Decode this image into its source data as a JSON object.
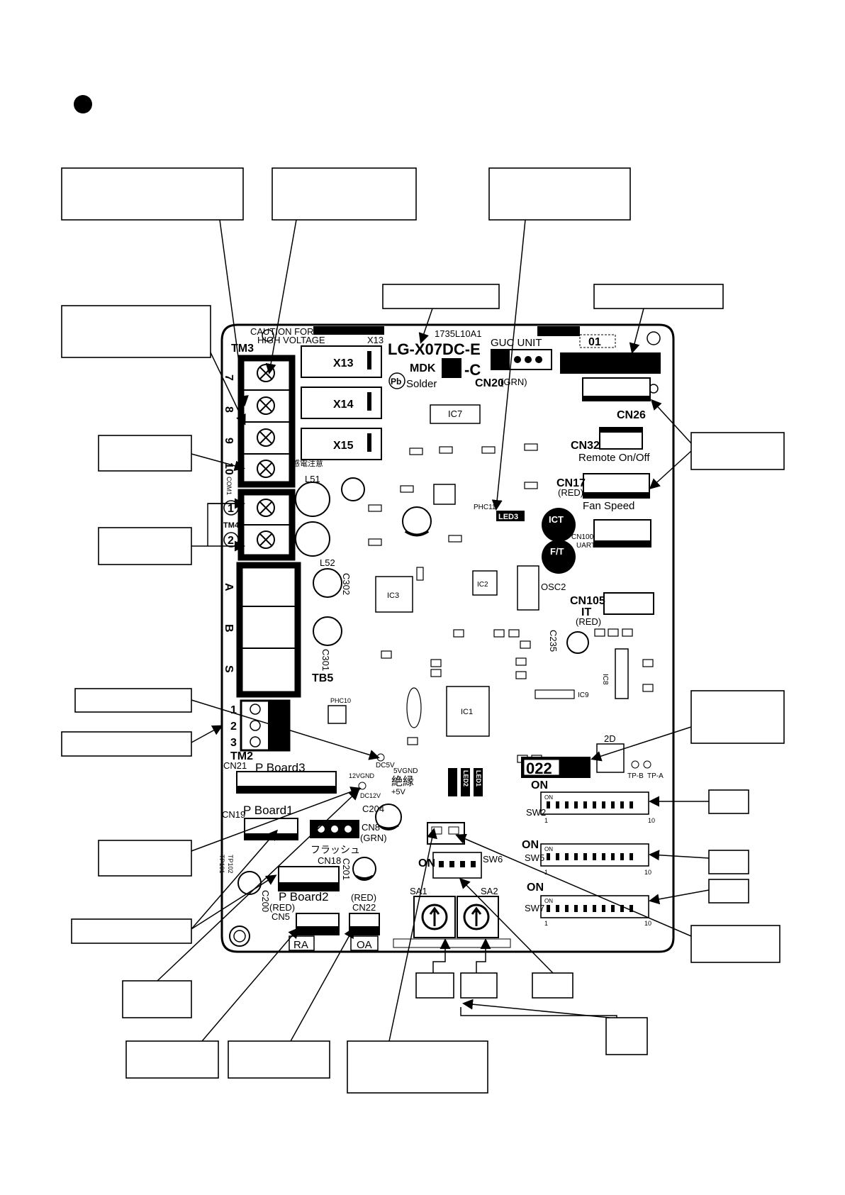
{
  "board": {
    "model": "LG-X07DC-E",
    "suffix": "-C",
    "part_number": "1735L10A1",
    "mdk": "MDK",
    "solder": "Solder",
    "pb": "Pb",
    "caution_line1": "CAUTION FOR",
    "caution_line2": "HIGH VOLTAGE",
    "guc_unit": "GUC UNIT",
    "seal": "01",
    "dip_value": "022",
    "jp_insulation": "絶縁",
    "jp_flash": "フラッシュ",
    "jp_shock": "感電注意"
  },
  "terminals": {
    "tm3": "TM3",
    "tm4": "TM4",
    "tm2": "TM2",
    "tb5": "TB5",
    "tm3_pins": [
      "7",
      "8",
      "9",
      "10"
    ],
    "com1": "COM1",
    "tm4_pins": [
      "1",
      "2"
    ],
    "tb5_pins": [
      "A",
      "B",
      "S"
    ],
    "tm2_pins": [
      "1",
      "2",
      "3"
    ]
  },
  "relays": [
    "X13",
    "X14",
    "X15"
  ],
  "connectors": {
    "cn20": "CN20",
    "cn20_color": "(GRN)",
    "cn26": "CN26",
    "cn32": "CN32",
    "cn32_desc": "Remote On/Off",
    "cn17": "CN17",
    "cn17_color": "(RED)",
    "cn17_desc": "Fan Speed",
    "cn100": "CN100",
    "uart": "UART",
    "cn105": "CN105",
    "it": "IT",
    "cn105_color": "(RED)",
    "cn21": "CN21",
    "pboard3": "P Board3",
    "cn19": "CN19",
    "pboard1": "P Board1",
    "cn8": "CN8",
    "cn8_color": "(GRN)",
    "cn18": "CN18",
    "pboard2": "P Board2",
    "cn5": "CN5",
    "cn5_color": "(RED)",
    "cn22": "CN22",
    "cn22_color": "(RED)",
    "ra": "RA",
    "oa": "OA"
  },
  "switches": {
    "sw2": "SW2",
    "sw5": "SW5",
    "sw7": "SW7",
    "sw6": "SW6",
    "sa1": "SA1",
    "sa2": "SA2",
    "on": "ON",
    "sw_start": "1",
    "sw_end": "10"
  },
  "parts": {
    "ict": "ICT",
    "ft": "F/T",
    "led3": "LED3",
    "led1": "LED1",
    "led2": "LED2",
    "ic1": "IC1",
    "ic2": "IC2",
    "ic3": "IC3",
    "ic7": "IC7",
    "ic8": "IC8",
    "ic9": "IC9",
    "osc2": "OSC2",
    "c301": "C301",
    "c302": "C302",
    "c200": "C200",
    "c201": "C201",
    "c204": "C204",
    "c235": "C235",
    "l51": "L51",
    "l52": "L52",
    "phc10": "PHC10",
    "phc11": "PHC11",
    "dc5v": "DC5V",
    "dc12v": "DC12V",
    "v12gnd": "12VGND",
    "v5gnd": "5VGND",
    "plus5v": "+5V",
    "tpa": "TP-A",
    "tpb": "TP-B",
    "tp101": "TP101",
    "tp102": "TP102",
    "d2": "2D"
  },
  "colors": {
    "ink": "#000000",
    "paper": "#ffffff"
  }
}
